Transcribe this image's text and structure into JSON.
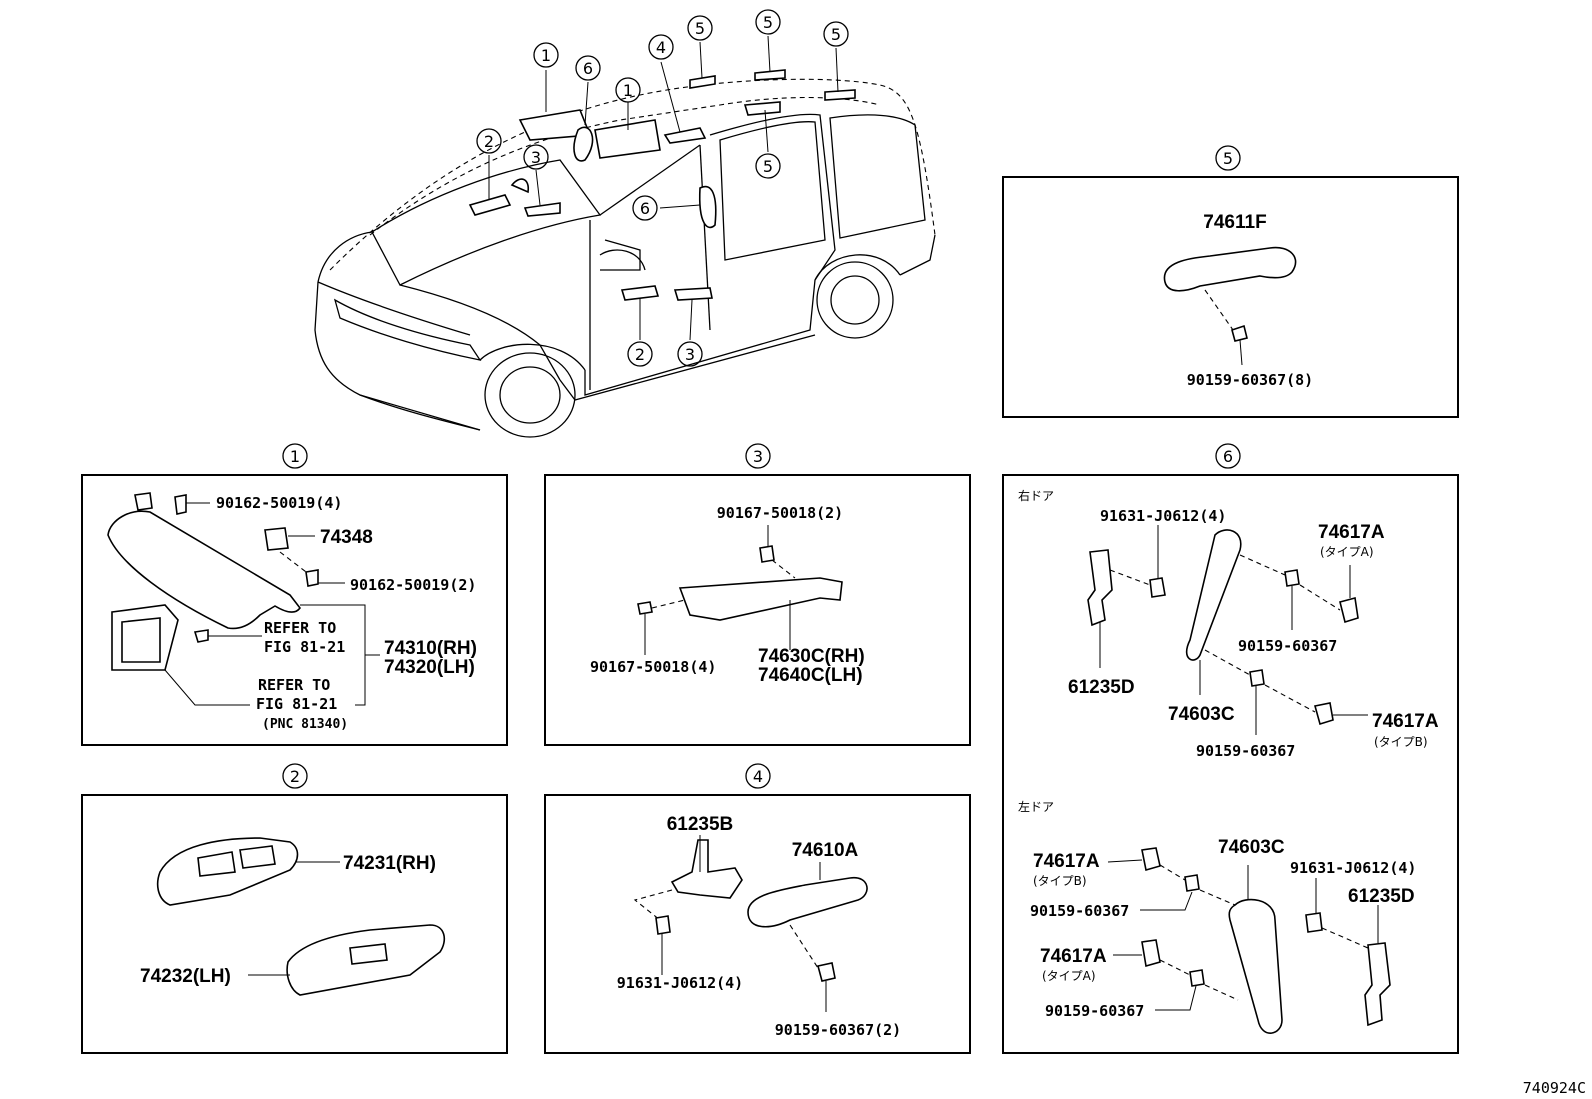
{
  "diagram_code": "740924C",
  "callouts": {
    "c1": "1",
    "c2": "2",
    "c3": "3",
    "c4": "4",
    "c5": "5",
    "c6": "6"
  },
  "section1": {
    "screw_top": "90162-50019(4)",
    "bracket": "74348",
    "screw_mid": "90162-50019(2)",
    "refer1_line1": "REFER TO",
    "refer1_line2": "FIG 81-21",
    "visor_rh": "74310(RH)",
    "visor_lh": "74320(LH)",
    "refer2_line1": "REFER TO",
    "refer2_line2": "FIG 81-21",
    "refer2_pnc": "(PNC 81340)"
  },
  "section2": {
    "holder_rh": "74231(RH)",
    "holder_lh": "74232(LH)"
  },
  "section3": {
    "screw_top": "90167-50018(2)",
    "screw_bottom": "90167-50018(4)",
    "grip_rh": "74630C(RH)",
    "grip_lh": "74640C(LH)"
  },
  "section4": {
    "bracket": "61235B",
    "grip": "74610A",
    "bolt": "91631-J0612(4)",
    "screw": "90159-60367(2)"
  },
  "section5": {
    "grip": "74611F",
    "screw": "90159-60367(8)"
  },
  "section6": {
    "right_door": "右ドア",
    "left_door": "左ドア",
    "r_bolt": "91631-J0612(4)",
    "r_cap_a": "74617A",
    "r_cap_a_type": "(タイプA)",
    "r_screw1": "90159-60367",
    "r_bracket": "61235D",
    "r_grip": "74603C",
    "r_screw2": "90159-60367",
    "r_cap_b": "74617A",
    "r_cap_b_type": "(タイプB)",
    "l_grip": "74603C",
    "l_cap_b": "74617A",
    "l_cap_b_type": "(タイプB)",
    "l_bolt": "91631-J0612(4)",
    "l_screw1": "90159-60367",
    "l_bracket": "61235D",
    "l_cap_a": "74617A",
    "l_cap_a_type": "(タイプA)",
    "l_screw2": "90159-60367"
  }
}
